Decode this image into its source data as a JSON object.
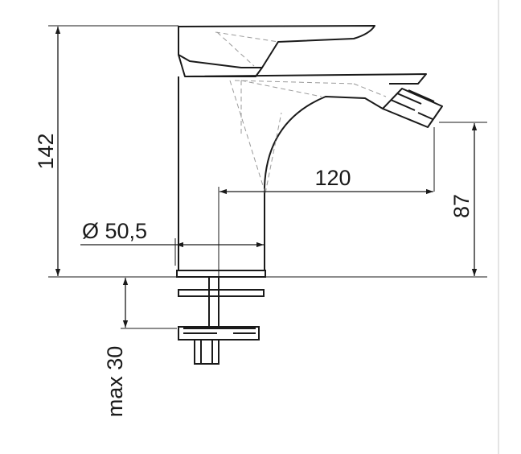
{
  "drawing": {
    "dimensions": {
      "height_total": "142",
      "spout_reach": "120",
      "spout_height": "87",
      "diameter": "Ø 50,5",
      "max_deck": "max 30"
    }
  },
  "colors": {
    "line": "#1a1a1a",
    "hidden_line": "#9a9a9a",
    "background": "#ffffff"
  }
}
